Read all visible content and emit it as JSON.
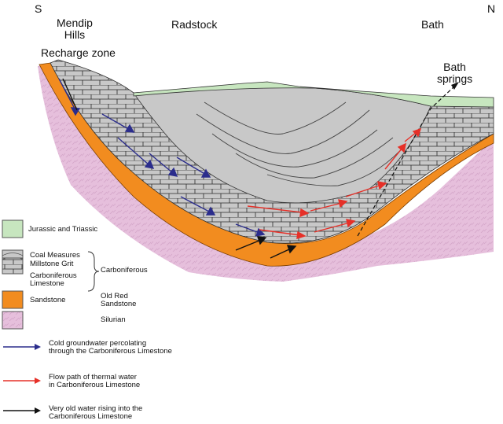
{
  "header": {
    "south": "S",
    "north": "N",
    "mendip": "Mendip\nHills",
    "radstock": "Radstock",
    "bath": "Bath",
    "recharge": "Recharge zone",
    "springs": "Bath\nsprings"
  },
  "legend": {
    "jurassic": "Jurassic and Triassic",
    "coal": "Coal Measures",
    "millstone": "Millstone Grit",
    "carb_limestone": "Carboniferous\nLimestone",
    "carboniferous": "Carboniferous",
    "sandstone": "Sandstone",
    "old_red": "Old Red\nSandstone",
    "silurian": "Silurian",
    "cold": "Cold groundwater percolating\nthrough the Carboniferous Limestone",
    "thermal": "Flow path of thermal water\nin Carboniferous Limestone",
    "old": "Very old water rising into the\nCarboniferous Limestone"
  },
  "colors": {
    "jurassic": "#c7e6bf",
    "carboniferous": "#c8c8c8",
    "sandstone": "#f28c1f",
    "silurian": "#e6bfdc",
    "cold_arrow": "#2b2d8c",
    "thermal_arrow": "#e63028",
    "old_arrow": "#111111"
  }
}
